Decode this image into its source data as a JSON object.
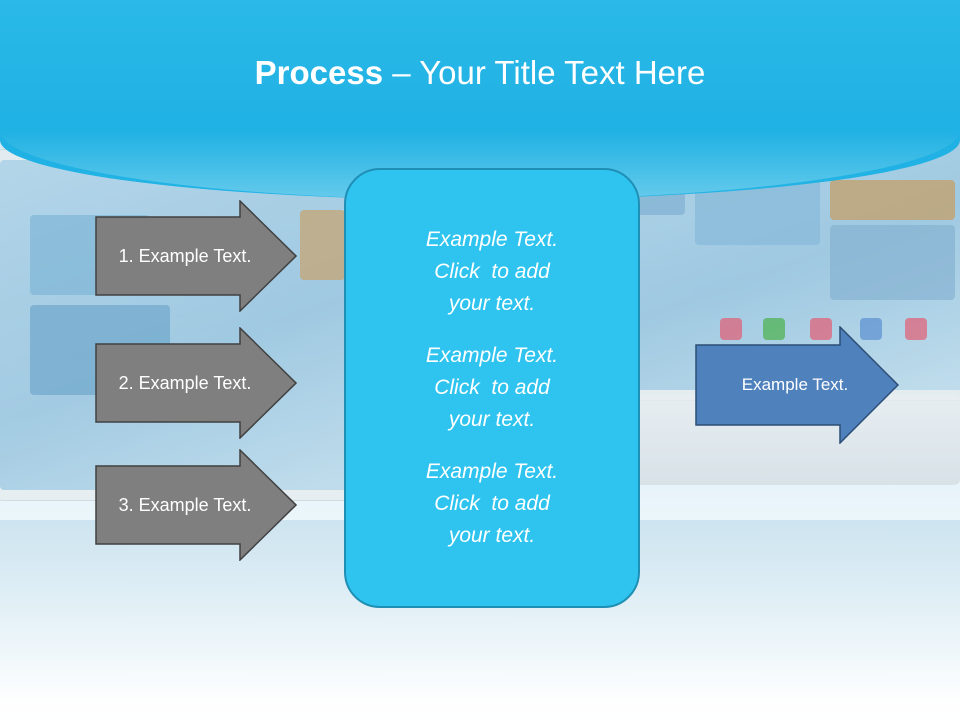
{
  "slide": {
    "title_bold": "Process",
    "title_rest": " – Your Title Text Here"
  },
  "steps": [
    {
      "label": "1. Example Text."
    },
    {
      "label": "2. Example Text."
    },
    {
      "label": "3. Example Text."
    }
  ],
  "center": {
    "paragraphs": [
      {
        "line1": "Example Text.",
        "line2": "Click  to add",
        "line3": "your text."
      },
      {
        "line1": "Example Text.",
        "line2": "Click  to add",
        "line3": "your text."
      },
      {
        "line1": "Example Text.",
        "line2": "Click  to add",
        "line3": "your text."
      }
    ]
  },
  "result": {
    "label": "Example Text."
  },
  "colors": {
    "header": "#22b4e5",
    "step_arrow_fill": "#7f7f7f",
    "center_fill": "#2ec4ef",
    "result_arrow_fill": "#4f81bd"
  }
}
